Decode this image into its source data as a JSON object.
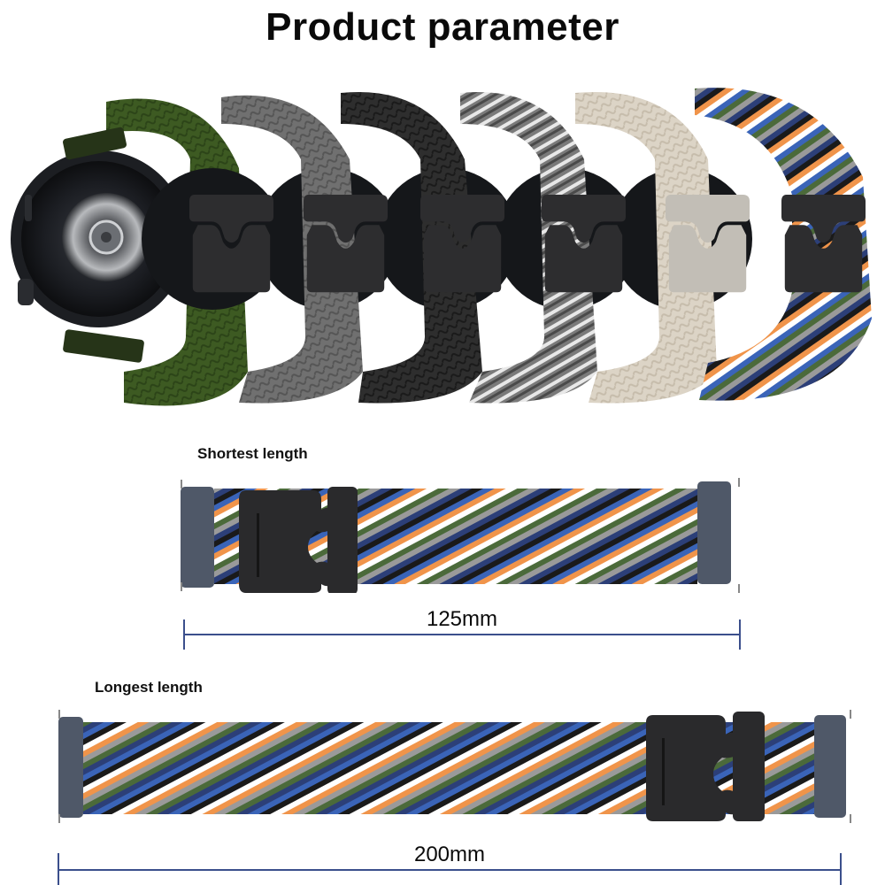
{
  "page": {
    "title": "Product parameter"
  },
  "hero": {
    "description": "Six braided watch bands with quick-release buckles attached to smartwatches",
    "bands": [
      {
        "name": "Army green",
        "color": "#3d5a22",
        "buckle_color": "#2b2b2b"
      },
      {
        "name": "Gray",
        "color": "#6e6e6e",
        "buckle_color": "#2b2b2b"
      },
      {
        "name": "Black",
        "color": "#2a2a2a",
        "buckle_color": "#2b2b2b"
      },
      {
        "name": "Gray white",
        "color": "#8a8a8a",
        "buckle_color": "#2b2b2b"
      },
      {
        "name": "Starlight",
        "color": "#d8d0c2",
        "buckle_color": "#bdbab3"
      },
      {
        "name": "Multicolor",
        "color": "#3a5fae",
        "buckle_color": "#2b2b2b"
      }
    ]
  },
  "shortest": {
    "label": "Shortest length",
    "measurement": "125mm"
  },
  "longest": {
    "label": "Longest length",
    "measurement": "200mm"
  },
  "colors": {
    "measure_line": "#3b4f8c",
    "multicolor_palette": [
      "#1a1a1a",
      "#f0944a",
      "#ffffff",
      "#3a64b8",
      "#2c3f78",
      "#4b6a3a",
      "#9a9a9a"
    ]
  }
}
